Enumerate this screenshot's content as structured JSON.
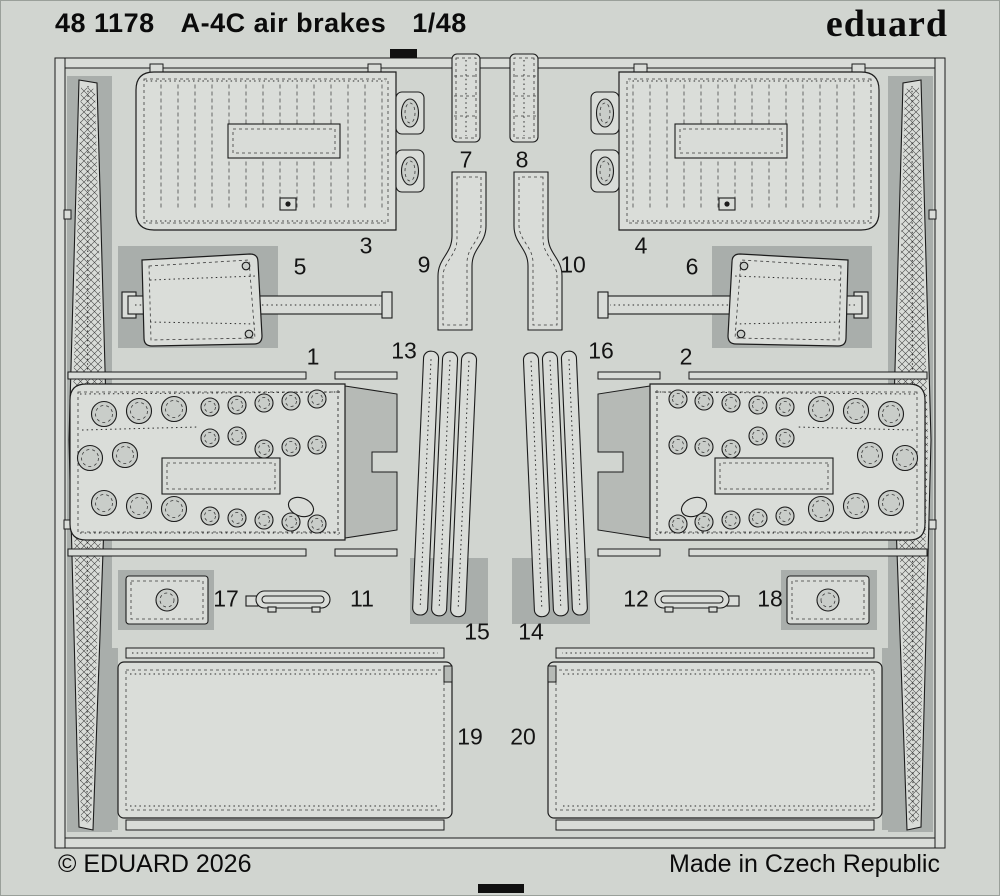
{
  "header": {
    "catalog": "48 1178",
    "title": "A-4C air brakes",
    "scale": "1/48",
    "brand": "eduard"
  },
  "footer": {
    "copyright": "© EDUARD 2026",
    "origin": "Made in Czech Republic"
  },
  "parts": {
    "p1": "1",
    "p2": "2",
    "p3": "3",
    "p4": "4",
    "p5": "5",
    "p6": "6",
    "p7": "7",
    "p8": "8",
    "p9": "9",
    "p10": "10",
    "p11": "11",
    "p12": "12",
    "p13": "13",
    "p14": "14",
    "p15": "15",
    "p16": "16",
    "p17": "17",
    "p18": "18",
    "p19": "19",
    "p20": "20"
  },
  "colors": {
    "background": "#d1d5d0",
    "part_fill": "#d9dcd8",
    "backing": "#a9aeab",
    "outline": "#1c1c1c",
    "text": "#0b0b0b"
  }
}
